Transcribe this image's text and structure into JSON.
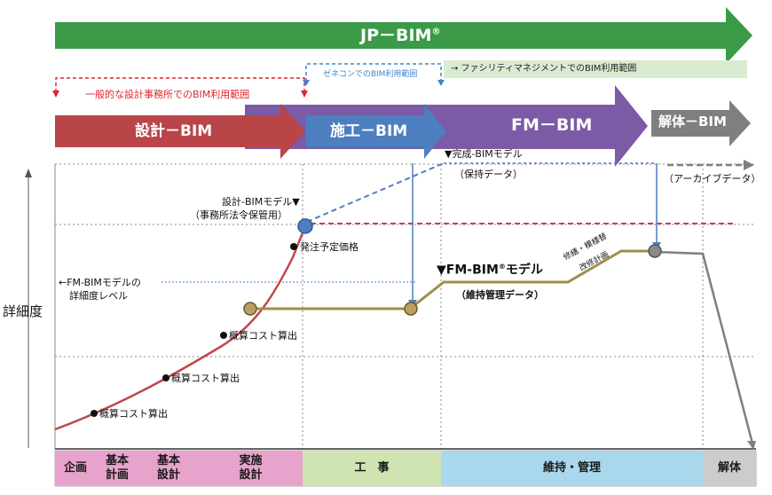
{
  "banner": {
    "label": "JP－BIM",
    "mark": "®"
  },
  "scope": {
    "office": "一般的な設計事務所でのBIM利用範囲",
    "gc": "ゼネコンでのBIM利用範囲",
    "fm": "→  ファシリティマネジメントでのBIM利用範囲"
  },
  "stages": {
    "design": "設計－BIM",
    "construction": "施工－BIM",
    "fm": "FM－BIM",
    "demolition": "解体－BIM"
  },
  "axis": {
    "ylabel": "詳細度"
  },
  "annotations": {
    "design_model_1": "設計-BIMモデル▼",
    "design_model_2": "（事務所法令保管用）",
    "complete_model": "▼完成-BIMモデル",
    "retained_data": "（保持データ）",
    "archive": "（アーカイブデータ）",
    "fm_model": "▼FM-BIM",
    "fm_model_mark": "®",
    "fm_model_tail": "モデル",
    "maintenance_data": "（維持管理データ）",
    "fm_level_1": "←FM-BIMモデルの",
    "fm_level_2": "詳細度レベル",
    "repair_1": "修繕・模様替",
    "repair_2": "改修計画"
  },
  "milestones": [
    {
      "label": "概算コスト算出"
    },
    {
      "label": "概算コスト算出"
    },
    {
      "label": "概算コスト算出"
    },
    {
      "label": "発注予定価格"
    }
  ],
  "phases": [
    {
      "label": "企画",
      "color": "#e8a3cc"
    },
    {
      "label": "基本\n計画",
      "color": "#e8a3cc"
    },
    {
      "label": "基本\n設計",
      "color": "#e8a3cc"
    },
    {
      "label": "実施\n設計",
      "color": "#e8a3cc"
    },
    {
      "label": "工　事",
      "color": "#cfe3b3"
    },
    {
      "label": "維持・管理",
      "color": "#a9d8ec"
    },
    {
      "label": "解体",
      "color": "#cccccc"
    }
  ],
  "colors": {
    "jp_bim": "#3a9a48",
    "design": "#b94548",
    "construction": "#4d7ec0",
    "fm": "#7b5aa6",
    "demolition": "#7f7f7f",
    "design_curve": "#c0464b",
    "fm_line": "#a08e4a",
    "fm_scope_bg": "#d9ecd2",
    "red_scope": "#e0242c",
    "blue_scope": "#3f86c8"
  }
}
